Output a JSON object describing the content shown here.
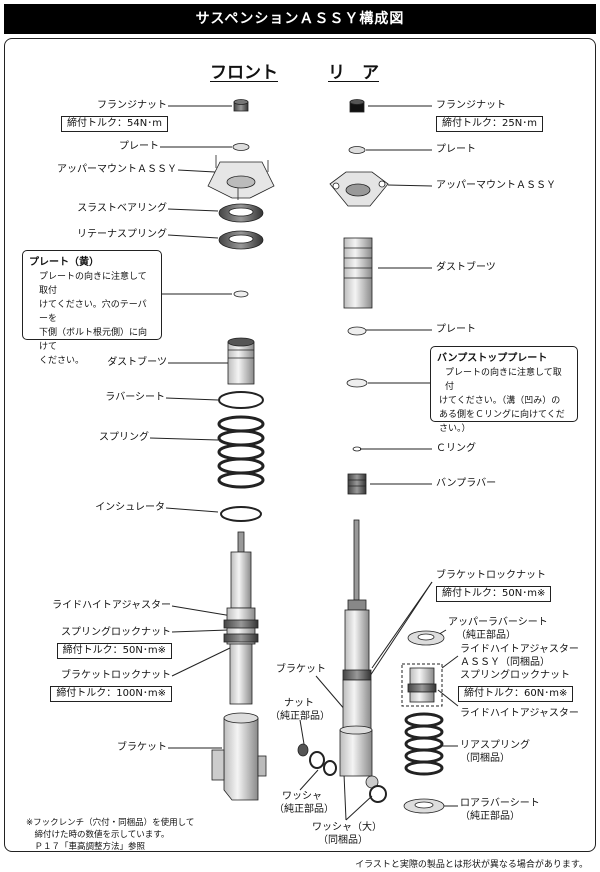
{
  "title": "サスペンションＡＳＳＹ構成図",
  "headers": {
    "front": "フロント",
    "rear": "リ　ア"
  },
  "front": {
    "flange_nut": "フランジナット",
    "flange_nut_torque": "締付トルク：54N･m",
    "plate": "プレート",
    "upper_mount": "アッパーマウントＡＳＳＹ",
    "thrust_bearing": "スラストベアリング",
    "retainer_spring": "リテーナスプリング",
    "dust_boot": "ダストブーツ",
    "rubber_seat": "ラバーシート",
    "spring": "スプリング",
    "insulator": "インシュレータ",
    "ride_height_adjuster": "ライドハイトアジャスター",
    "spring_lock_nut": "スプリングロックナット",
    "spring_lock_nut_torque": "締付トルク：50N･m※",
    "bracket_lock_nut": "ブラケットロックナット",
    "bracket_lock_nut_torque": "締付トルク：100N･m※",
    "bracket": "ブラケット"
  },
  "plate_note": {
    "title": "プレート（黄）",
    "lines": [
      "プレートの向きに注意して取付",
      "けてください。穴のテーパーを",
      "下側（ボルト根元側）に向けて",
      "ください。"
    ]
  },
  "rear": {
    "flange_nut": "フランジナット",
    "flange_nut_torque": "締付トルク：25N･m",
    "plate": "プレート",
    "upper_mount": "アッパーマウントＡＳＳＹ",
    "dust_boot": "ダストブーツ",
    "plate2": "プレート",
    "c_ring": "Ｃリング",
    "bump_rubber": "バンプラバー",
    "bracket_lock_nut": "ブラケットロックナット",
    "bracket_lock_nut_torque": "締付トルク：50N･m※",
    "upper_rubber_seat": "アッパーラバーシート",
    "upper_rubber_seat_sub": "（純正部品）",
    "ride_height_adjuster_assy": "ライドハイトアジャスター",
    "ride_height_adjuster_assy_sub": "ＡＳＳＹ（同梱品）",
    "spring_lock_nut": "スプリングロックナット",
    "spring_lock_nut_torque": "締付トルク：60N･m※",
    "ride_height_adjuster": "ライドハイトアジャスター",
    "rear_spring": "リアスプリング",
    "rear_spring_sub": "（同梱品）",
    "lower_rubber_seat": "ロアラバーシート",
    "lower_rubber_seat_sub": "（純正部品）",
    "bracket": "ブラケット",
    "nut": "ナット",
    "nut_sub": "（純正部品）",
    "washer": "ワッシャ",
    "washer_sub": "（純正部品）",
    "washer_large": "ワッシャ（大）",
    "washer_large_sub": "（同梱品）"
  },
  "bump_stop_note": {
    "title": "バンプストッププレート",
    "lines": [
      "プレートの向きに注意して取付",
      "けてください。（溝（凹み）の",
      "ある側をＣリングに向けてくだ",
      "さい。）"
    ]
  },
  "footnote": [
    "※フックレンチ（穴付・同梱品）を使用して",
    "　締付けた時の数値を示しています。",
    "　Ｐ１７「車高調整方法」参照"
  ],
  "disclaimer": "イラストと実際の製品とは形状が異なる場合があります。"
}
